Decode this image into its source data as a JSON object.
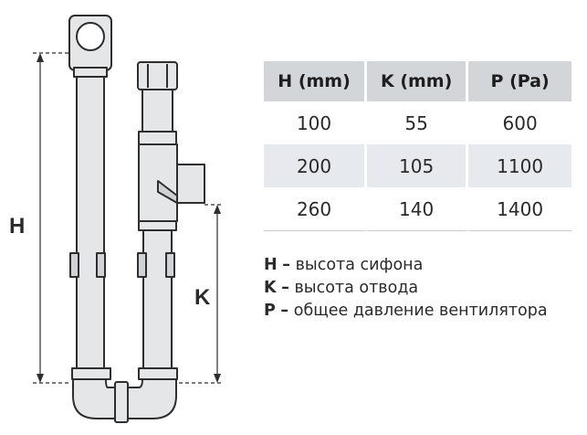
{
  "diagram": {
    "label_h": "H",
    "label_k": "K"
  },
  "table": {
    "headers": [
      "H (mm)",
      "K (mm)",
      "P (Pa)"
    ],
    "rows": [
      [
        "100",
        "55",
        "600"
      ],
      [
        "200",
        "105",
        "1100"
      ],
      [
        "260",
        "140",
        "1400"
      ]
    ]
  },
  "legend": [
    {
      "symbol": "H",
      "dash": "–",
      "text": "высота сифона"
    },
    {
      "symbol": "K",
      "dash": "–",
      "text": "высота отвода"
    },
    {
      "symbol": "P",
      "dash": "–",
      "text": "общее давление вентилятора"
    }
  ],
  "colors": {
    "pipe_fill": "#e4e6e8",
    "pipe_stroke": "#2e2e2e",
    "header_bg": "#d2d6d9",
    "row_shade": "#e6eaee"
  }
}
